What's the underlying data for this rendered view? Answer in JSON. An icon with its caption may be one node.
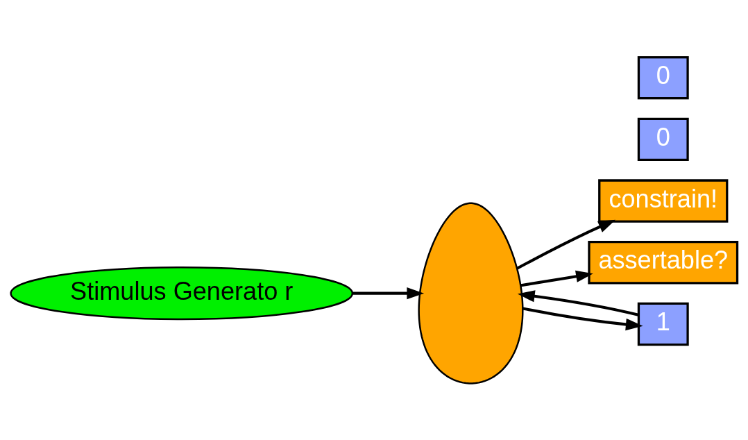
{
  "diagram": {
    "nodes": [
      {
        "text": [
          "constrain!"
        ]
      },
      {
        "text": [
          "Stimulus Generato r"
        ]
      },
      {
        "text": [],
        "shape": "cloud"
      },
      {
        "text": [
          "assertable?"
        ]
      },
      {
        "text": [
          "0"
        ]
      },
      {
        "text": [
          "1"
        ]
      },
      {
        "text": [
          "0"
        ]
      }
    ],
    "edges": [
      {
        "from": 2,
        "to": 0,
        "arrow": "to"
      },
      {
        "from": 1,
        "to": 2,
        "arrow": "to"
      },
      {
        "from": 2,
        "to": 3,
        "arrow": "to"
      },
      {
        "from": 2,
        "to": 5,
        "arrow": "to"
      },
      {
        "from": 5,
        "to": 2,
        "arrow": "to"
      }
    ]
  }
}
